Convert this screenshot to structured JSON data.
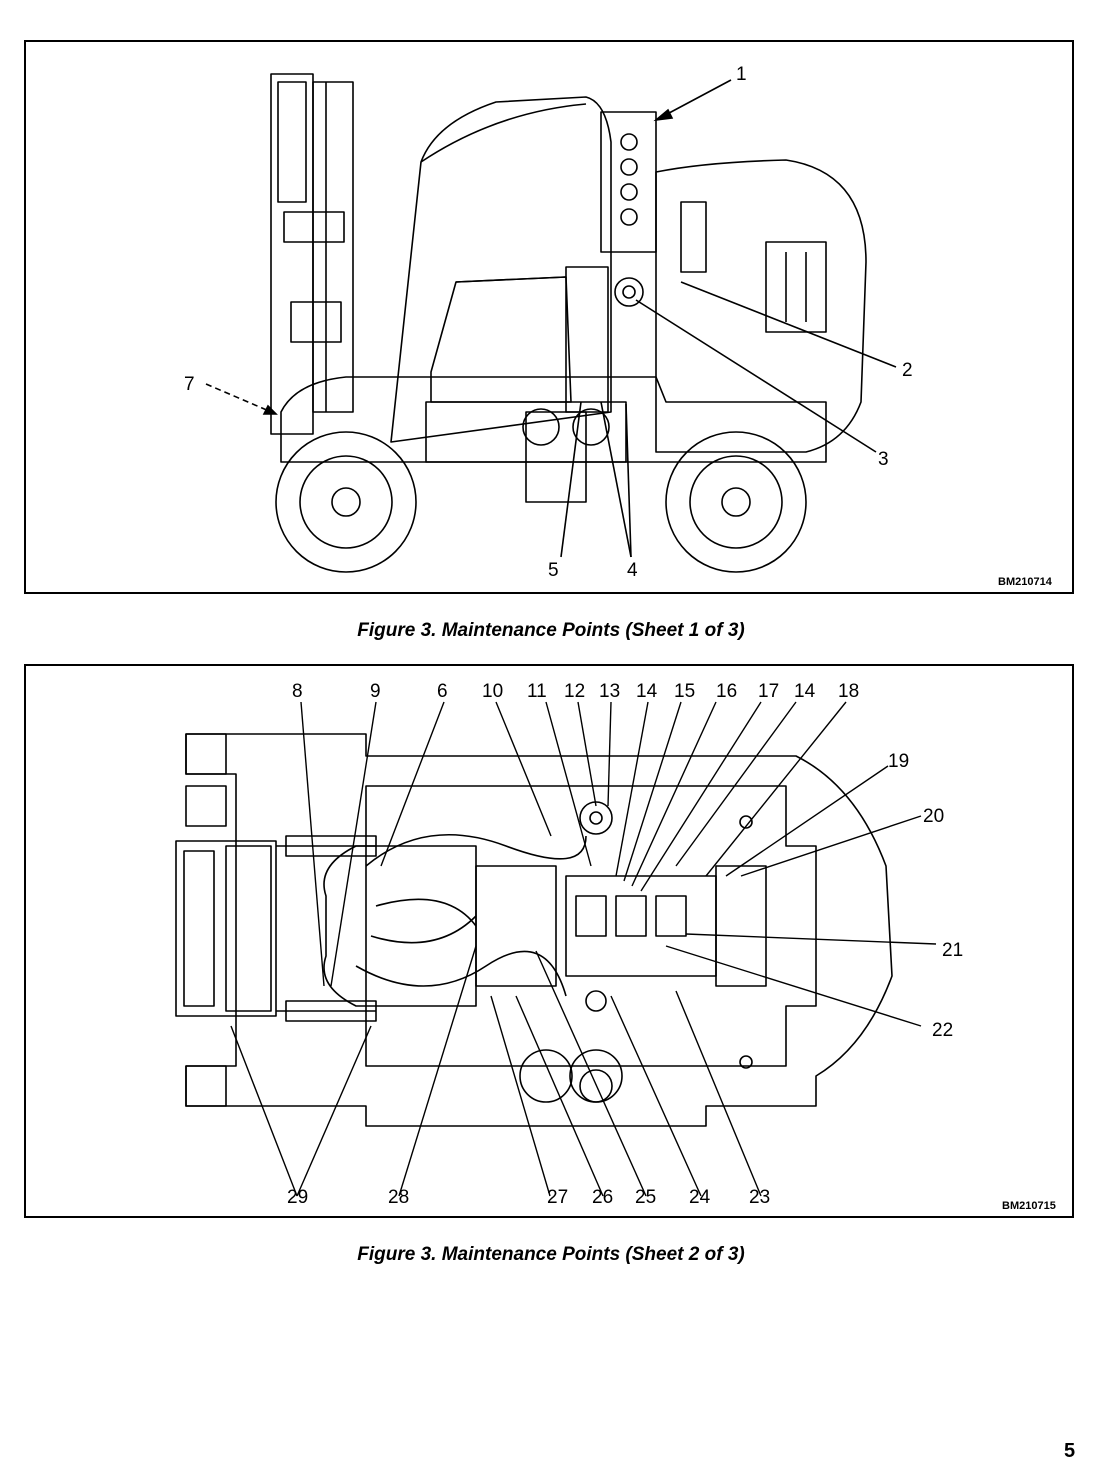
{
  "figure1": {
    "code": "BM210714",
    "caption": "Figure 3.  Maintenance Points (Sheet 1 of 3)",
    "callouts": [
      "1",
      "2",
      "3",
      "4",
      "5",
      "7"
    ]
  },
  "figure2": {
    "code": "BM210715",
    "caption": "Figure 3.  Maintenance Points (Sheet 2 of 3)",
    "callouts_top": [
      "8",
      "9",
      "6",
      "10",
      "11",
      "12",
      "13",
      "14",
      "15",
      "16",
      "17",
      "14",
      "18"
    ],
    "callouts_right": [
      "19",
      "20",
      "21",
      "22"
    ],
    "callouts_bottom": [
      "29",
      "28",
      "27",
      "26",
      "25",
      "24",
      "23"
    ]
  },
  "page_number": "5"
}
